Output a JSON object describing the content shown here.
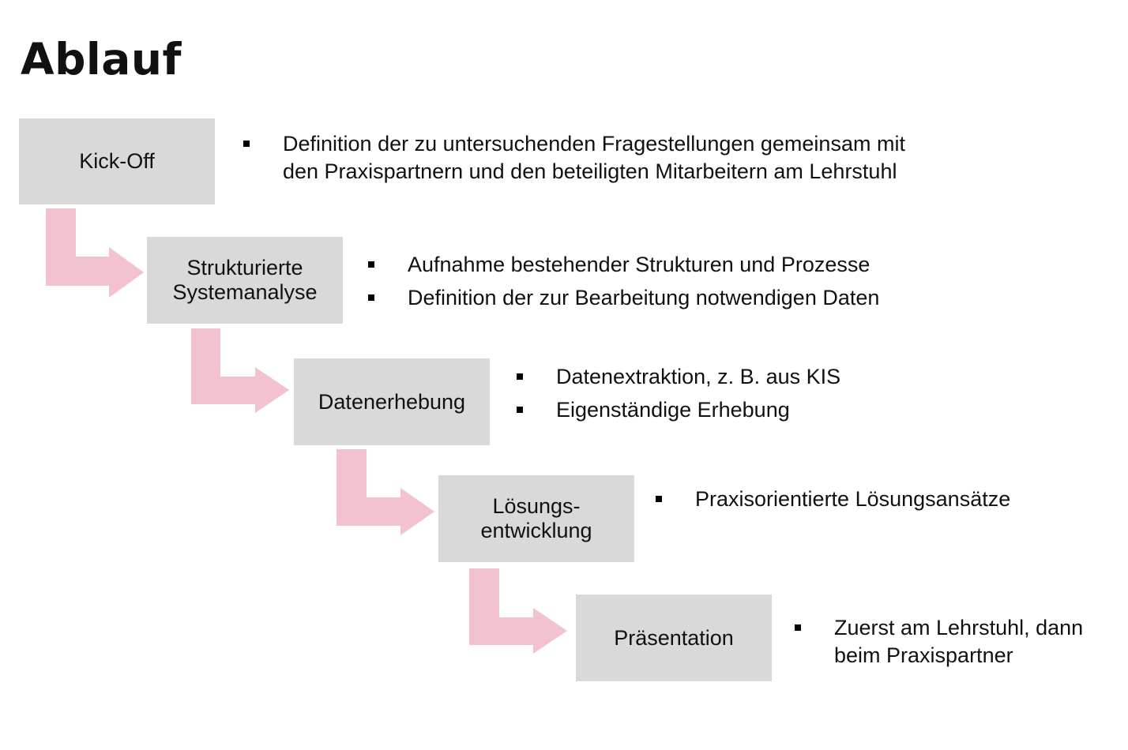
{
  "title": "Ablauf",
  "colors": {
    "box_fill": "#d9d9d9",
    "arrow_fill": "#f2c3cf",
    "text": "#111111"
  },
  "steps": [
    {
      "label": "Kick-Off",
      "bullets": [
        "Definition der zu untersuchenden Fragestellungen gemeinsam mit\nden Praxispartnern und den beteiligten Mitarbeitern am Lehrstuhl"
      ]
    },
    {
      "label": "Strukturierte\nSystemanalyse",
      "bullets": [
        "Aufnahme bestehender Strukturen und Prozesse",
        "Definition der zur Bearbeitung notwendigen Daten"
      ]
    },
    {
      "label": "Datenerhebung",
      "bullets": [
        "Datenextraktion, z. B. aus KIS",
        "Eigenständige Erhebung"
      ]
    },
    {
      "label": "Lösungs-\nentwicklung",
      "bullets": [
        "Praxisorientierte Lösungsansätze"
      ]
    },
    {
      "label": "Präsentation",
      "bullets": [
        "Zuerst am Lehrstuhl, dann\nbeim Praxispartner"
      ]
    }
  ]
}
